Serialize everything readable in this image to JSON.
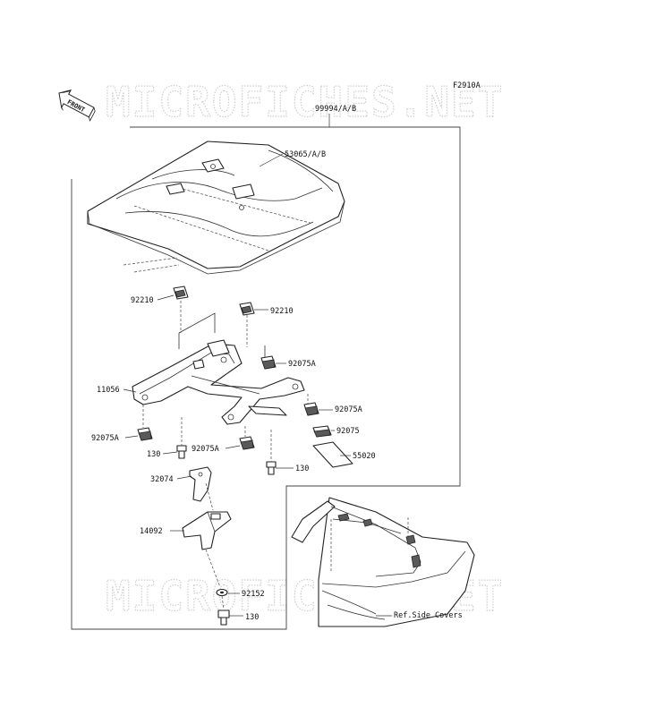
{
  "diagram": {
    "figure_code": "F2910A",
    "front_marker": "FRONT",
    "watermark": "MICROFICHES.NET",
    "labels": {
      "assembly": "99994/A/B",
      "cover": "53065/A/B",
      "clip_left": "92210",
      "clip_right": "92210",
      "damper_1": "92075A",
      "bracket": "11056",
      "damper_2": "92075A",
      "damper_3": "92075A",
      "damper_4": "92075A",
      "damper_5": "92075",
      "bolt_1": "130",
      "bolt_2": "130",
      "pad": "55020",
      "stay": "32074",
      "plate": "14092",
      "washer": "92152",
      "bolt_3": "130",
      "reference": "Ref.Side Covers"
    }
  }
}
